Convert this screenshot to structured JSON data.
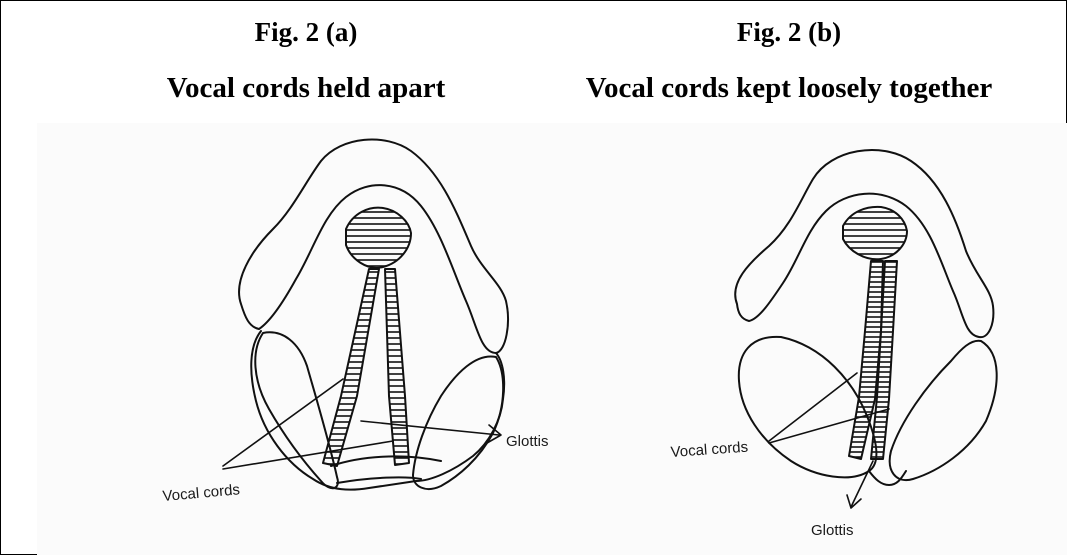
{
  "figure_a": {
    "title": "Fig. 2 (a)",
    "caption": "Vocal cords held apart",
    "labels": {
      "vocal_cords": "Vocal cords",
      "glottis": "Glottis"
    }
  },
  "figure_b": {
    "title": "Fig. 2 (b)",
    "caption": "Vocal cords kept loosely together",
    "labels": {
      "vocal_cords": "Vocal cords",
      "glottis": "Glottis"
    }
  }
}
